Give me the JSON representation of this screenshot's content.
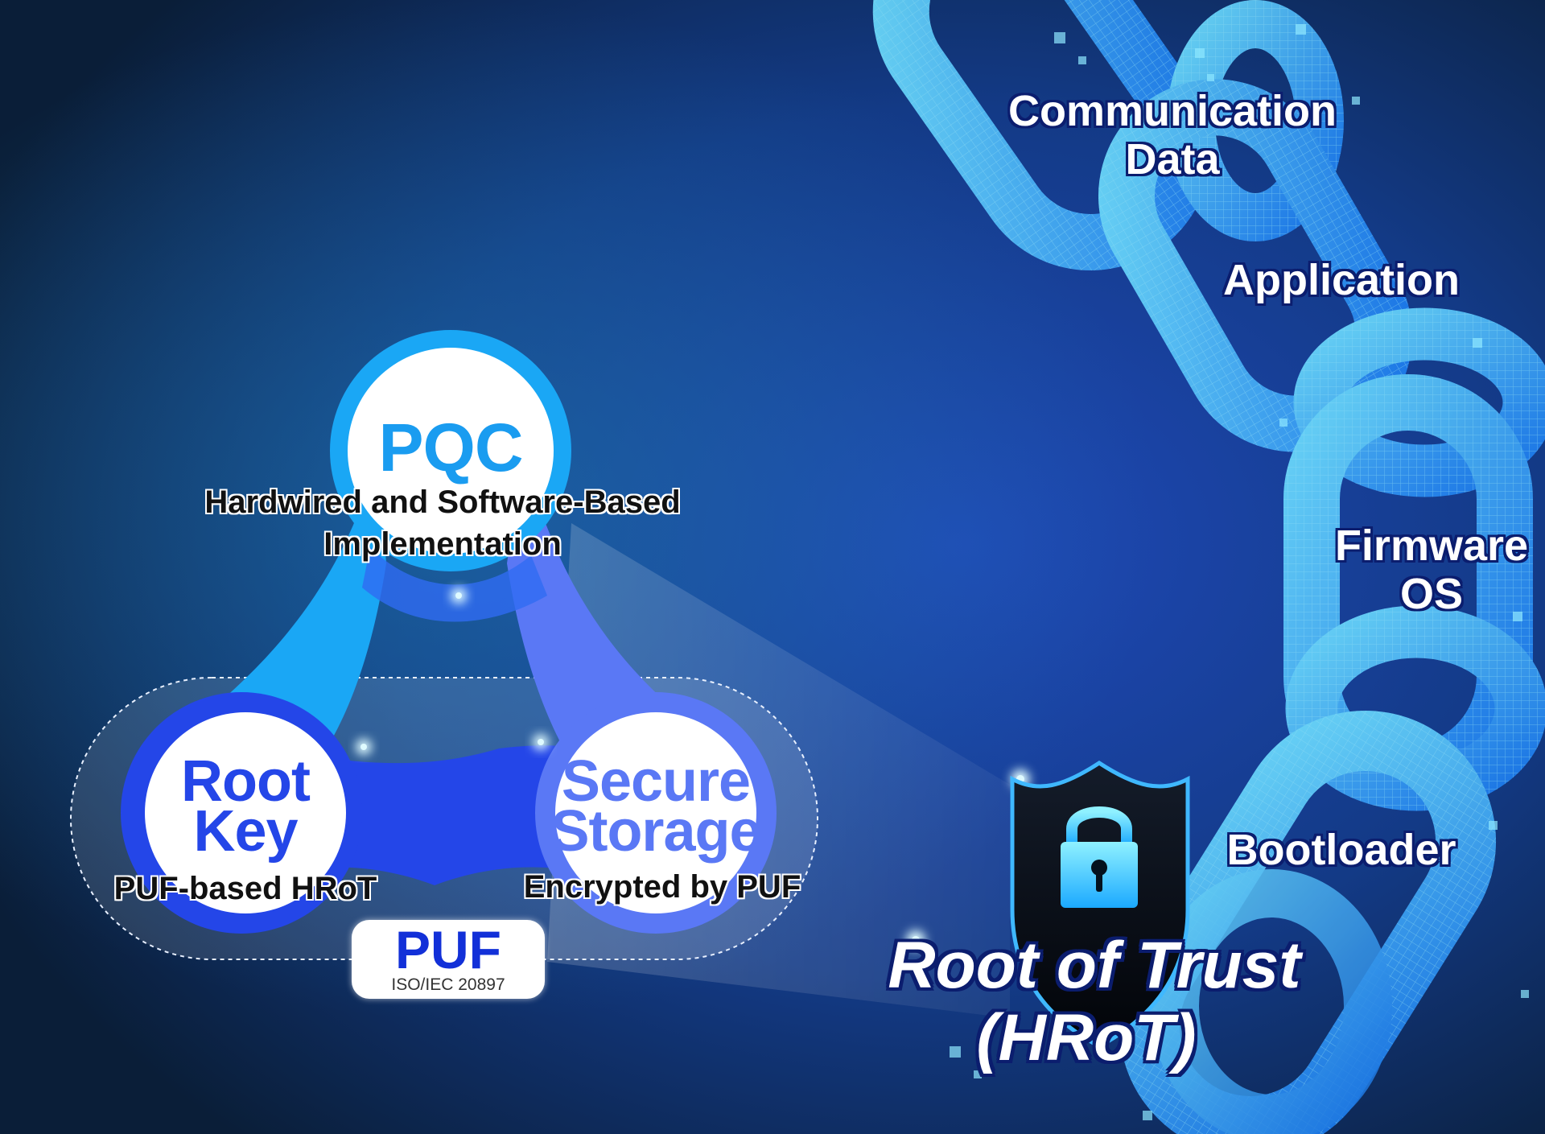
{
  "colors": {
    "background_center": "#1f49b8",
    "background_edge": "#0a1e38",
    "pqc_circle": "#1aa7f5",
    "root_key_circle": "#2446e8",
    "secure_storage_circle": "#5a78f5",
    "chain_glow": "#5fd6ff",
    "label_outline": "#0b1d6e",
    "puf_text": "#1230d8"
  },
  "chain": {
    "labels": {
      "communication": "Communication",
      "data": "Data",
      "application": "Application",
      "firmware": "Firmware",
      "os": "OS",
      "bootloader": "Bootloader"
    },
    "anchor": {
      "title": "Root of Trust",
      "subtitle": "(HRoT)",
      "icon": "lock-icon"
    }
  },
  "triad": {
    "pqc": {
      "title": "PQC",
      "line1": "Hardwired and Software-Based",
      "line2": "Implementation"
    },
    "root_key": {
      "line1": "Root",
      "line2": "Key",
      "caption": "PUF-based HRoT"
    },
    "secure_storage": {
      "line1": "Secure",
      "line2": "Storage",
      "caption": "Encrypted by PUF"
    },
    "puf_badge": {
      "title": "PUF",
      "subtitle": "ISO/IEC 20897"
    }
  }
}
